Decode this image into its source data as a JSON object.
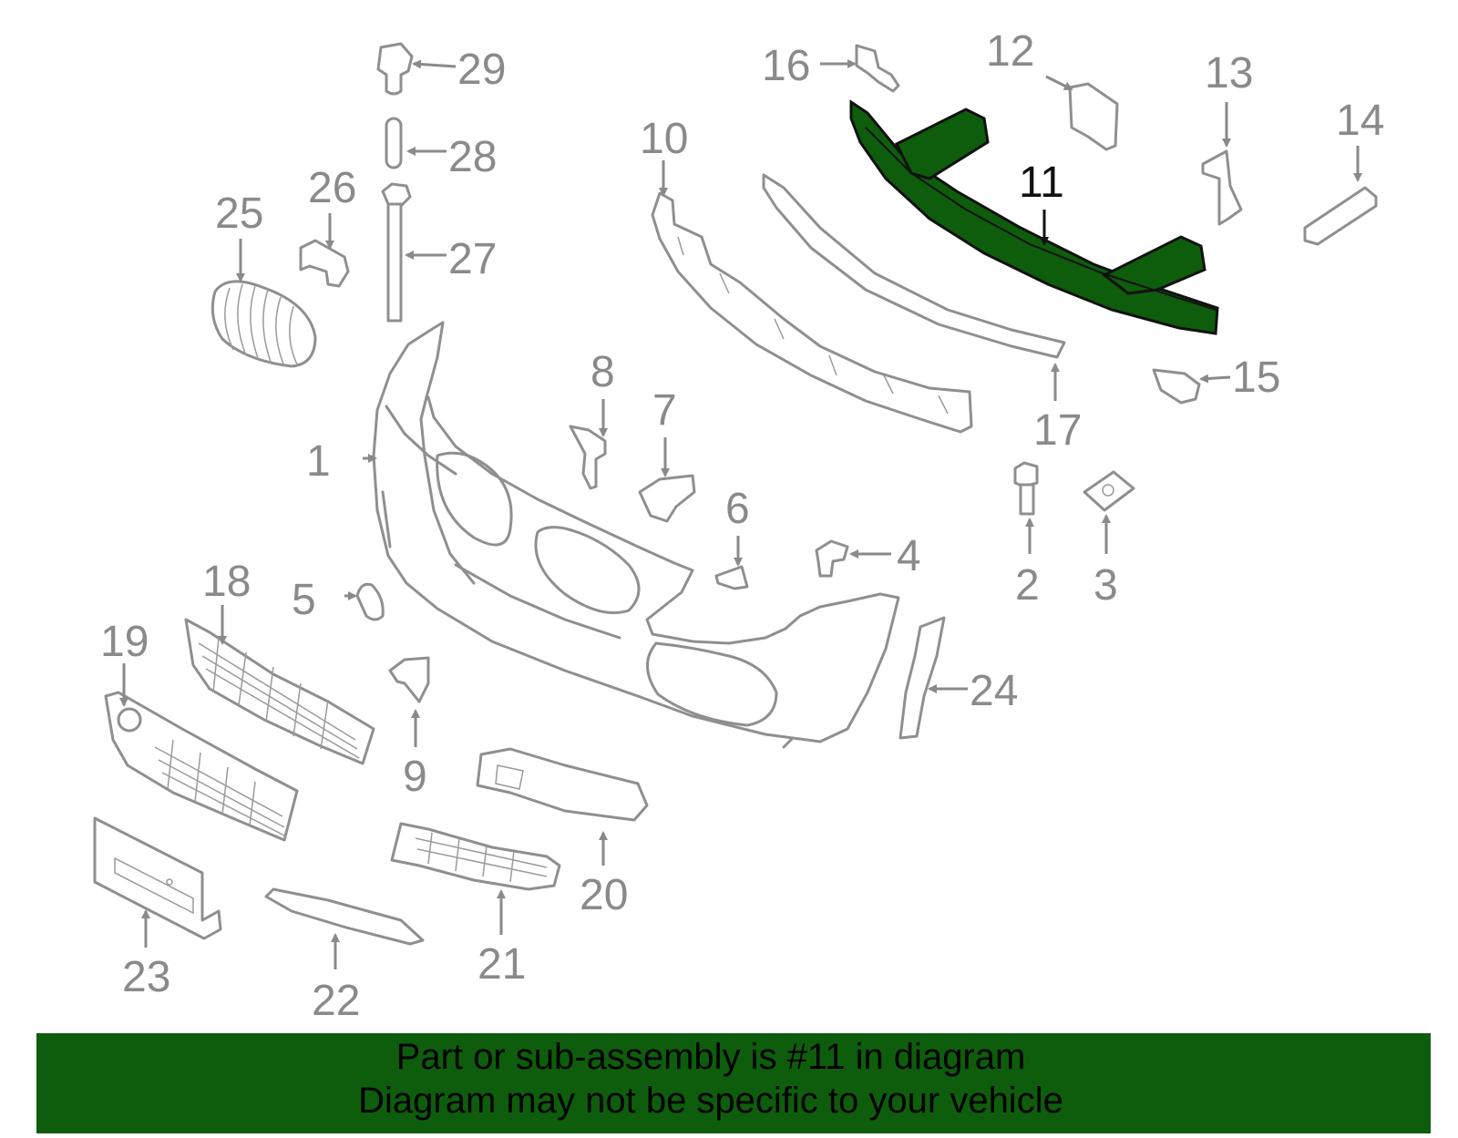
{
  "diagram": {
    "highlight_color": "#0e5d0c",
    "highlighted_part": "11",
    "callouts": {
      "c1": "1",
      "c2": "2",
      "c3": "3",
      "c4": "4",
      "c5": "5",
      "c6": "6",
      "c7": "7",
      "c8": "8",
      "c9": "9",
      "c10": "10",
      "c11": "11",
      "c12": "12",
      "c13": "13",
      "c14": "14",
      "c15": "15",
      "c16": "16",
      "c17": "17",
      "c18": "18",
      "c19": "19",
      "c20": "20",
      "c21": "21",
      "c22": "22",
      "c23": "23",
      "c24": "24",
      "c25": "25",
      "c26": "26",
      "c27": "27",
      "c28": "28",
      "c29": "29"
    }
  },
  "banner": {
    "background": "#0e5d0c",
    "line1": "Part or sub-assembly is #11 in diagram",
    "line2": "Diagram may not be specific to your vehicle"
  }
}
